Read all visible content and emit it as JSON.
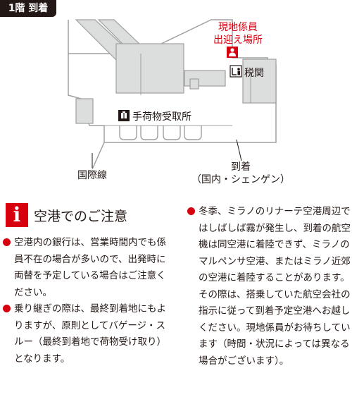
{
  "floor": {
    "label": "1階 到着"
  },
  "map": {
    "staff_label_line1": "現地係員",
    "staff_label_line2": "出迎え場所",
    "staff_icon": "person-icon",
    "customs": "税関",
    "customs_icon": "customs-officer-icon",
    "baggage": "手荷物受取所",
    "baggage_icon": "suitcase-icon",
    "international": "国際線",
    "arrival_line1": "到着",
    "arrival_line2": "（国内・シェンゲン）",
    "colors": {
      "wall": "#9fa0a0",
      "fill": "#dcdddd",
      "accent": "#d7000f"
    }
  },
  "notice": {
    "icon": "info-icon",
    "icon_glyph": "i",
    "title": "空港でのご注意",
    "left": [
      "空港内の銀行は、営業時間内でも係員不在の場合が多いので、出発時に両替を予定している場合はご注意ください。",
      "乗り継ぎの際は、最終到着地にもよりますが、原則としてバゲージ・スルー（最終到着地で荷物受け取り）となります。"
    ],
    "right": [
      "冬季、ミラノのリナーテ空港周辺ではしばしば霧が発生し、到着の航空機は同空港に着陸できず、ミラノのマルペンサ空港、またはミラノ近郊の空港に着陸することがあります。その際は、搭乗していた航空会社の指示に従って到着予定空港へお越しください。現地係員がお待ちしています（時間・状況によっては異なる場合がございます）。"
    ]
  }
}
